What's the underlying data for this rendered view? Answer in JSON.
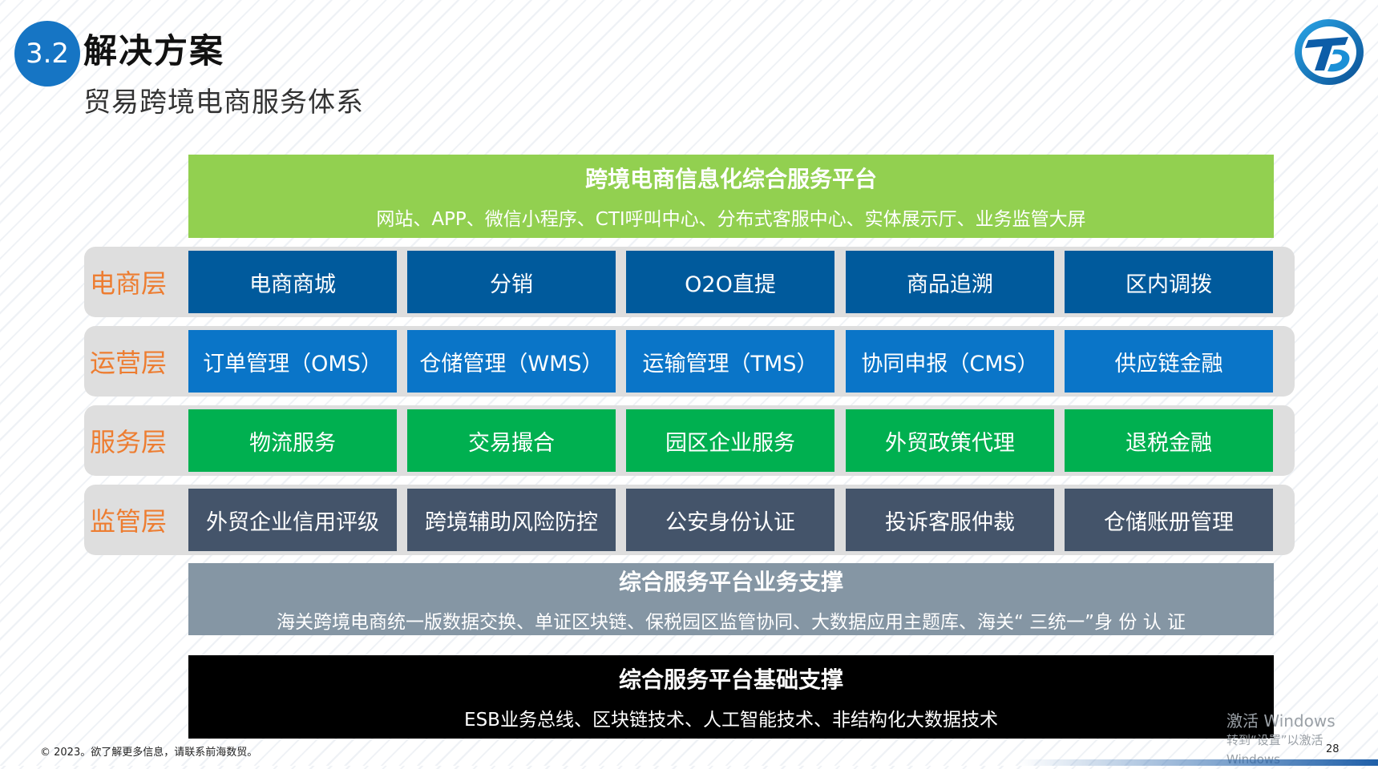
{
  "header": {
    "section_number": "3.2",
    "title": "解决方案",
    "subtitle": "贸易跨境电商服务体系"
  },
  "top_band": {
    "title": "跨境电商信息化综合服务平台",
    "subtitle": "网站、APP、微信小程序、CTI呼叫中心、分布式客服中心、实体展示厅、业务监管大屏",
    "color": "#92d050"
  },
  "layers": [
    {
      "label": "电商层",
      "color": "#005a9c",
      "items": [
        "电商商城",
        "分销",
        "O2O直提",
        "商品追溯",
        "区内调拨"
      ]
    },
    {
      "label": "运营层",
      "color": "#0a75c8",
      "items": [
        "订单管理（OMS）",
        "仓储管理（WMS）",
        "运输管理（TMS）",
        "协同申报（CMS）",
        "供应链金融"
      ]
    },
    {
      "label": "服务层",
      "color": "#00b050",
      "items": [
        "物流服务",
        "交易撮合",
        "园区企业服务",
        "外贸政策代理",
        "退税金融"
      ]
    },
    {
      "label": "监管层",
      "color": "#44546a",
      "items": [
        "外贸企业信用评级",
        "跨境辅助风险防控",
        "公安身份认证",
        "投诉客服仲裁",
        "仓储账册管理"
      ]
    }
  ],
  "support_band": {
    "title": "综合服务平台业务支撑",
    "subtitle": "海关跨境电商统一版数据交换、单证区块链、保税园区监管协同、大数据应用主题库、海关“ 三统一”身 份 认 证",
    "color": "#8596a4"
  },
  "base_band": {
    "title": "综合服务平台基础支撑",
    "subtitle": "ESB业务总线、区块链技术、人工智能技术、非结构化大数据技术",
    "color": "#000000"
  },
  "footer": {
    "copyright": "© 2023。欲了解更多信息，请联系前海数贸。",
    "page_number": "28"
  },
  "watermark": {
    "line1": "激活 Windows",
    "line2": "转到“设置”以激活 Windows"
  },
  "colors": {
    "accent_blue": "#1675c4",
    "layer_label": "#ed7d31",
    "row_background": "#dedede"
  }
}
